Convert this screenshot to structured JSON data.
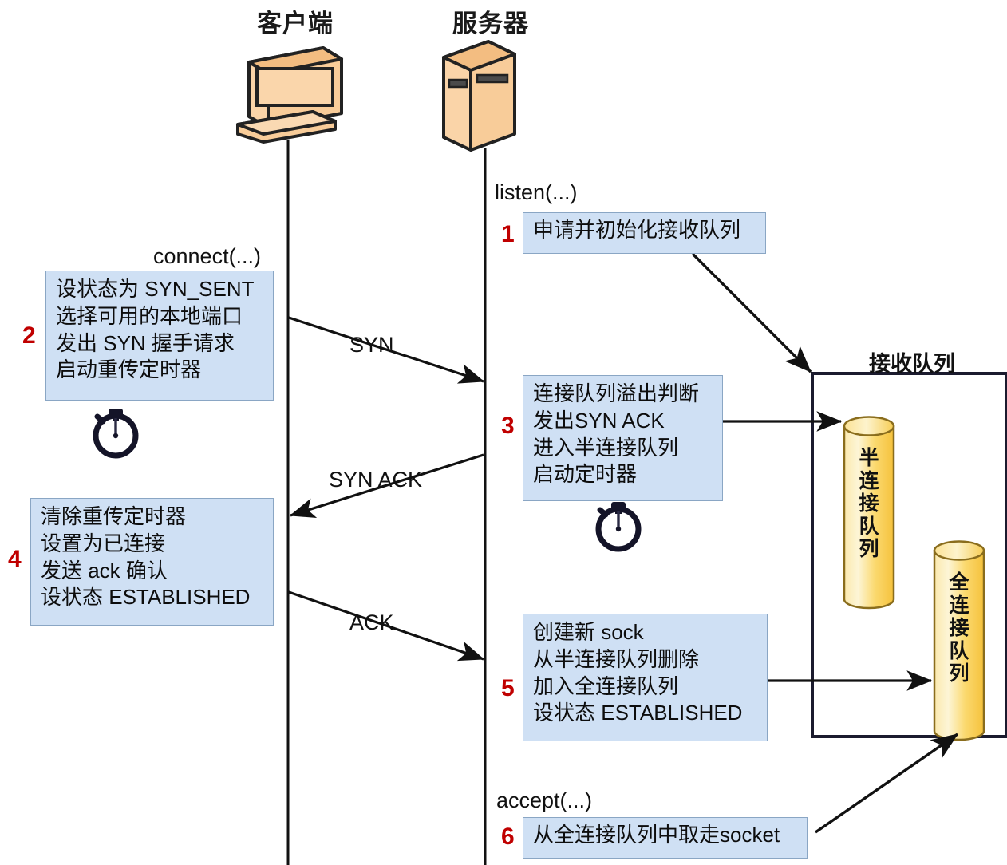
{
  "diagram": {
    "title_client": "客户端",
    "title_server": "服务器",
    "queue_container_label": "接收队列",
    "colors": {
      "box_fill": "#cfe0f4",
      "box_border": "#8aa6c4",
      "step_number": "#c00000",
      "cylinder_fill": "#fcd768",
      "cylinder_light": "#fdf0c2",
      "icon_fill": "#f7c894",
      "line": "#111111"
    }
  },
  "calls": {
    "listen": "listen(...)",
    "connect": "connect(...)",
    "accept": "accept(...)"
  },
  "messages": {
    "syn": "SYN",
    "syn_ack": "SYN ACK",
    "ack": "ACK"
  },
  "steps": [
    {
      "number": "1",
      "side": "server",
      "text": "申请并初始化接收队列"
    },
    {
      "number": "2",
      "side": "client",
      "text": "设状态为 SYN_SENT\n选择可用的本地端口\n发出 SYN 握手请求\n启动重传定时器"
    },
    {
      "number": "3",
      "side": "server",
      "text": "连接队列溢出判断\n发出SYN ACK\n进入半连接队列\n启动定时器"
    },
    {
      "number": "4",
      "side": "client",
      "text": "清除重传定时器\n设置为已连接\n发送 ack 确认\n设状态 ESTABLISHED"
    },
    {
      "number": "5",
      "side": "server",
      "text": "创建新 sock\n从半连接队列删除\n加入全连接队列\n设状态 ESTABLISHED"
    },
    {
      "number": "6",
      "side": "server",
      "text": "从全连接队列中取走socket"
    }
  ],
  "queues": [
    {
      "label": "半\n连\n接\n队\n列"
    },
    {
      "label": "全\n连\n接\n队\n列"
    }
  ]
}
